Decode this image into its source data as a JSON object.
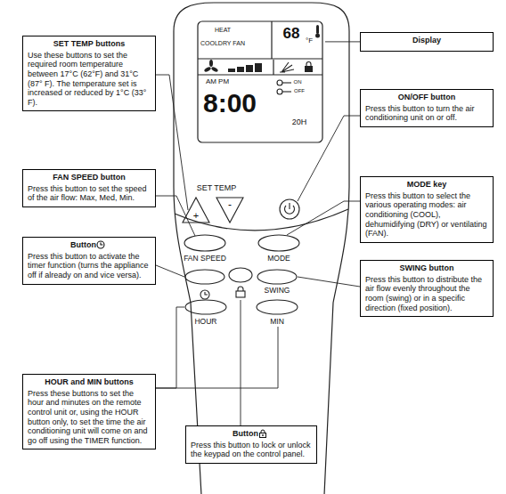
{
  "diagram": {
    "nodes": [
      {
        "text": [
          "SET TEMP buttons",
          "Use these buttons to set the required room temperature between 17°C (62°F) and 31°C (87° F). The temperature set is increased or reduced by 1°C (33° F)."
        ]
      },
      {
        "text": [
          "Display"
        ]
      },
      {
        "text": [
          "ON/OFF button",
          "Press this button to turn the air conditioning unit on or off."
        ]
      },
      {
        "text": [
          "FAN SPEED button",
          "Press this button to set the speed of the air flow: Max, Med, Min."
        ]
      },
      {
        "text": [
          "MODE key",
          "Press this button to select the various operating modes: air conditioning (COOL), dehumidifying (DRY) or ventilating (FAN)."
        ]
      },
      {
        "text": [
          "Button",
          "Press this button to activate the timer function (turns the appliance off if already on and vice versa)."
        ]
      },
      {
        "text": [
          "SWING button",
          "Press this button to distribute the air flow evenly throughout the room (swing) or in a specific direction (fixed position)."
        ]
      },
      {
        "text": [
          "HOUR and MIN buttons",
          "Press these buttons to set the hour and minutes on the remote control unit or, using the HOUR button only, to set the time the air conditioning unit will come on and go off using the TIMER function."
        ]
      },
      {
        "text": [
          "Button",
          "Press this button to lock or unlock the keypad on the control panel."
        ]
      }
    ],
    "labels": [
      "HEAT",
      "COOLDRY FAN",
      "68",
      "°F",
      "AM PM",
      "8:00",
      "20H",
      "ON",
      "OFF",
      "SET TEMP",
      "+",
      "-",
      "FAN SPEED",
      "MODE",
      "SWING",
      "HOUR",
      "MIN"
    ]
  }
}
